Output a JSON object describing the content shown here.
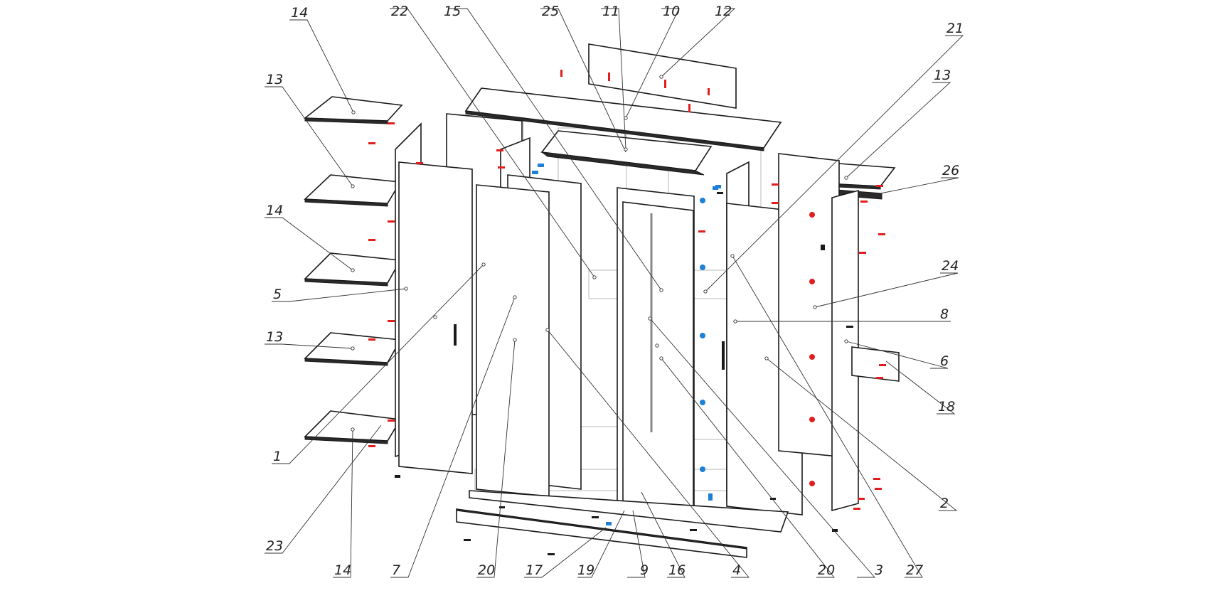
{
  "colors": {
    "line": "#1a1a1a",
    "accent_red": "#e11d1d",
    "accent_blue": "#1e7fd6",
    "ghost": "#b9b9b9"
  },
  "callouts": [
    {
      "id": "c14a",
      "text": "14"
    },
    {
      "id": "c13a",
      "text": "13"
    },
    {
      "id": "c14b",
      "text": "14"
    },
    {
      "id": "c5",
      "text": "5"
    },
    {
      "id": "c13b",
      "text": "13"
    },
    {
      "id": "c1",
      "text": "1"
    },
    {
      "id": "c23",
      "text": "23"
    },
    {
      "id": "c14c",
      "text": "14"
    },
    {
      "id": "c7",
      "text": "7"
    },
    {
      "id": "c20a",
      "text": "20"
    },
    {
      "id": "c17",
      "text": "17"
    },
    {
      "id": "c19",
      "text": "19"
    },
    {
      "id": "c9",
      "text": "9"
    },
    {
      "id": "c16",
      "text": "16"
    },
    {
      "id": "c4",
      "text": "4"
    },
    {
      "id": "c20b",
      "text": "20"
    },
    {
      "id": "c3",
      "text": "3"
    },
    {
      "id": "c27",
      "text": "27"
    },
    {
      "id": "c2",
      "text": "2"
    },
    {
      "id": "c18",
      "text": "18"
    },
    {
      "id": "c6",
      "text": "6"
    },
    {
      "id": "c8",
      "text": "8"
    },
    {
      "id": "c24",
      "text": "24"
    },
    {
      "id": "c26",
      "text": "26"
    },
    {
      "id": "c13c",
      "text": "13"
    },
    {
      "id": "c21",
      "text": "21"
    },
    {
      "id": "c12",
      "text": "12"
    },
    {
      "id": "c10",
      "text": "10"
    },
    {
      "id": "c11",
      "text": "11"
    },
    {
      "id": "c25",
      "text": "25"
    },
    {
      "id": "c15",
      "text": "15"
    },
    {
      "id": "c22",
      "text": "22"
    }
  ]
}
